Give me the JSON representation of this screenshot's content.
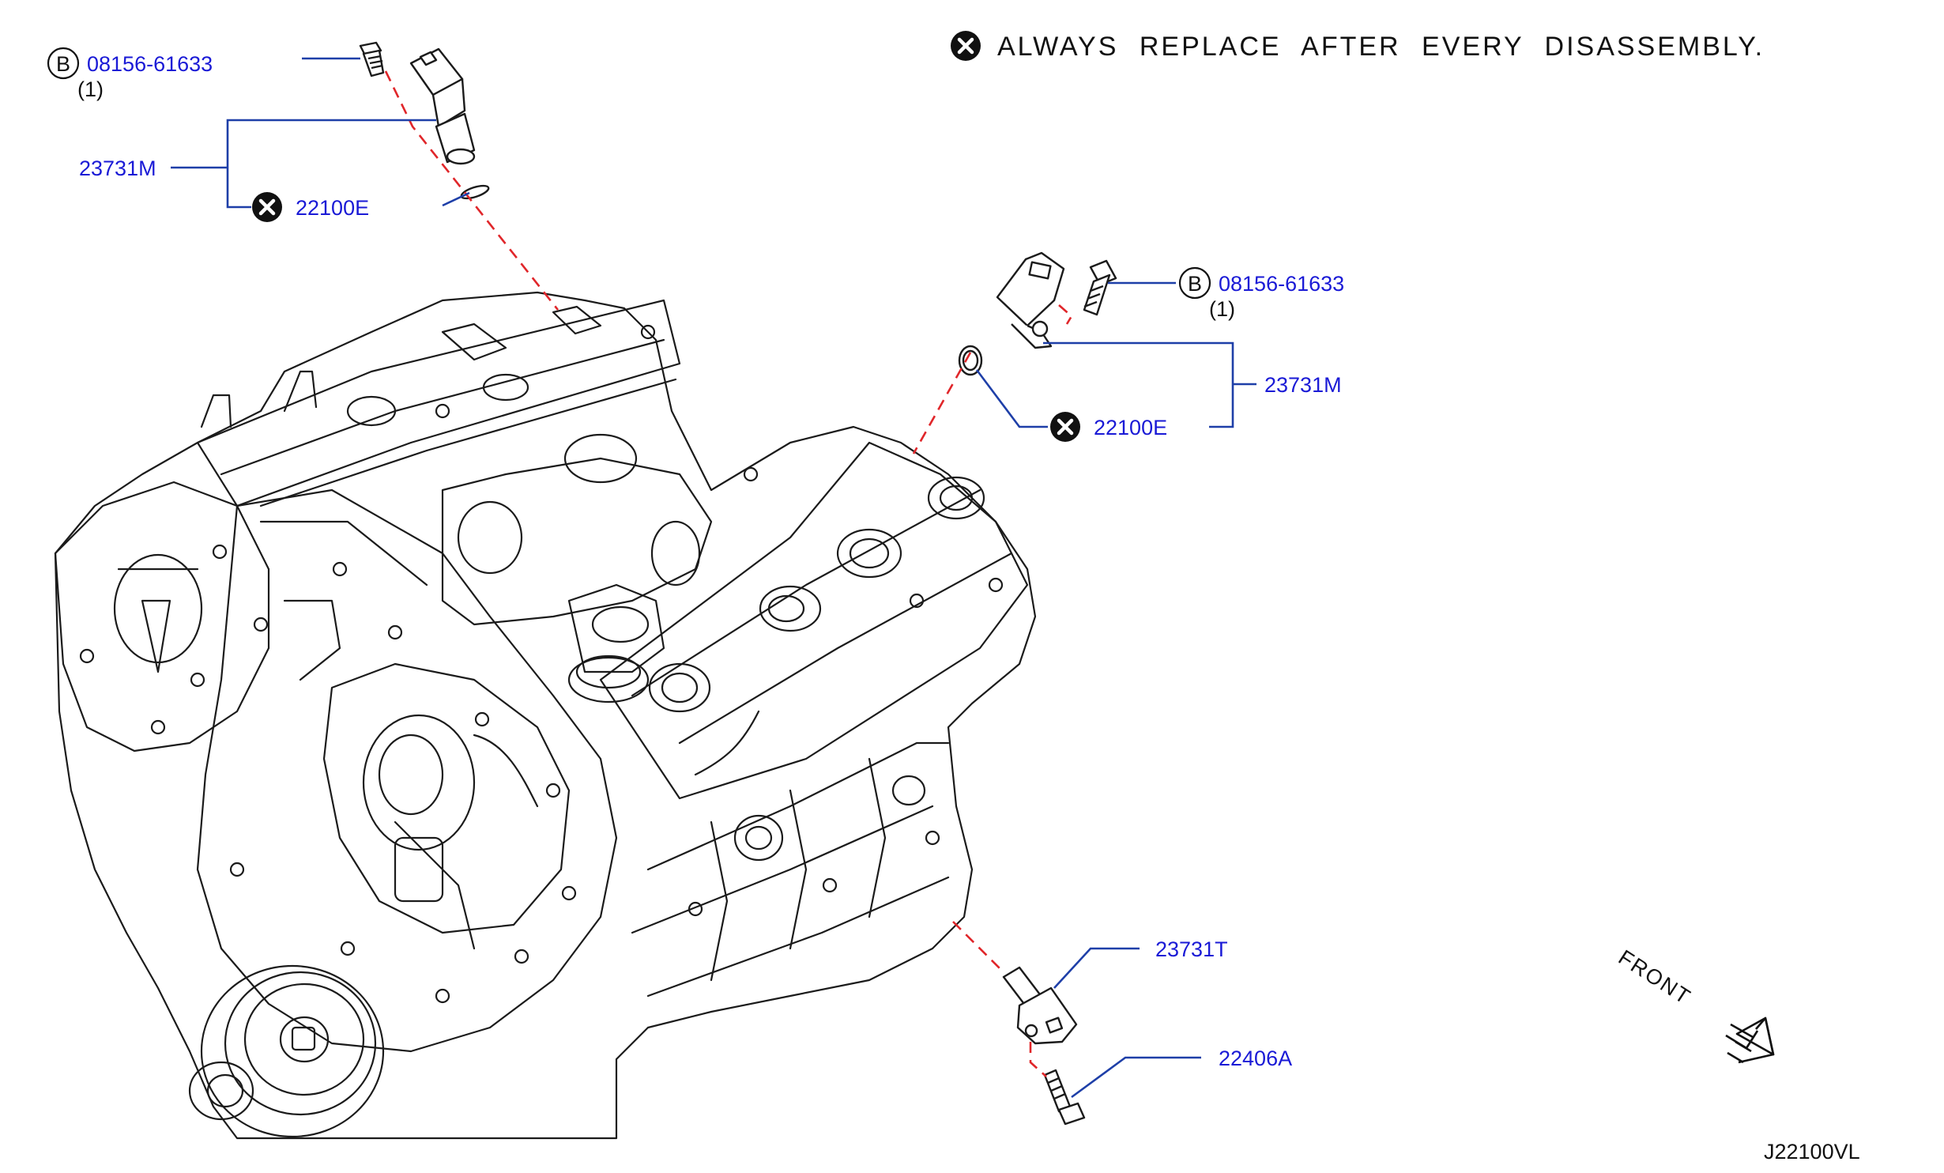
{
  "note": {
    "text": "ALWAYS REPLACE AFTER EVERY DISASSEMBLY."
  },
  "callouts": {
    "bolt_top_left": {
      "circle_letter": "B",
      "part": "08156-61633",
      "qty": "(1)"
    },
    "sensor_top_left": {
      "part": "23731M"
    },
    "oring_top_left": {
      "part": "22100E"
    },
    "bolt_right": {
      "circle_letter": "B",
      "part": "08156-61633",
      "qty": "(1)"
    },
    "sensor_right": {
      "part": "23731M"
    },
    "oring_right": {
      "part": "22100E"
    },
    "crank_sensor": {
      "part": "23731T"
    },
    "crank_bolt": {
      "part": "22406A"
    }
  },
  "front_label": "FRONT",
  "diagram_code": "J22100VL",
  "icons": {
    "replace_marker": "x-circle-icon",
    "front_direction": "front-arrow-icon"
  },
  "colors": {
    "callout_text": "#1a1ad6",
    "leader_line": "#1e3fa8",
    "install_path": "#e0262a",
    "line_art": "#1b1b1b"
  }
}
